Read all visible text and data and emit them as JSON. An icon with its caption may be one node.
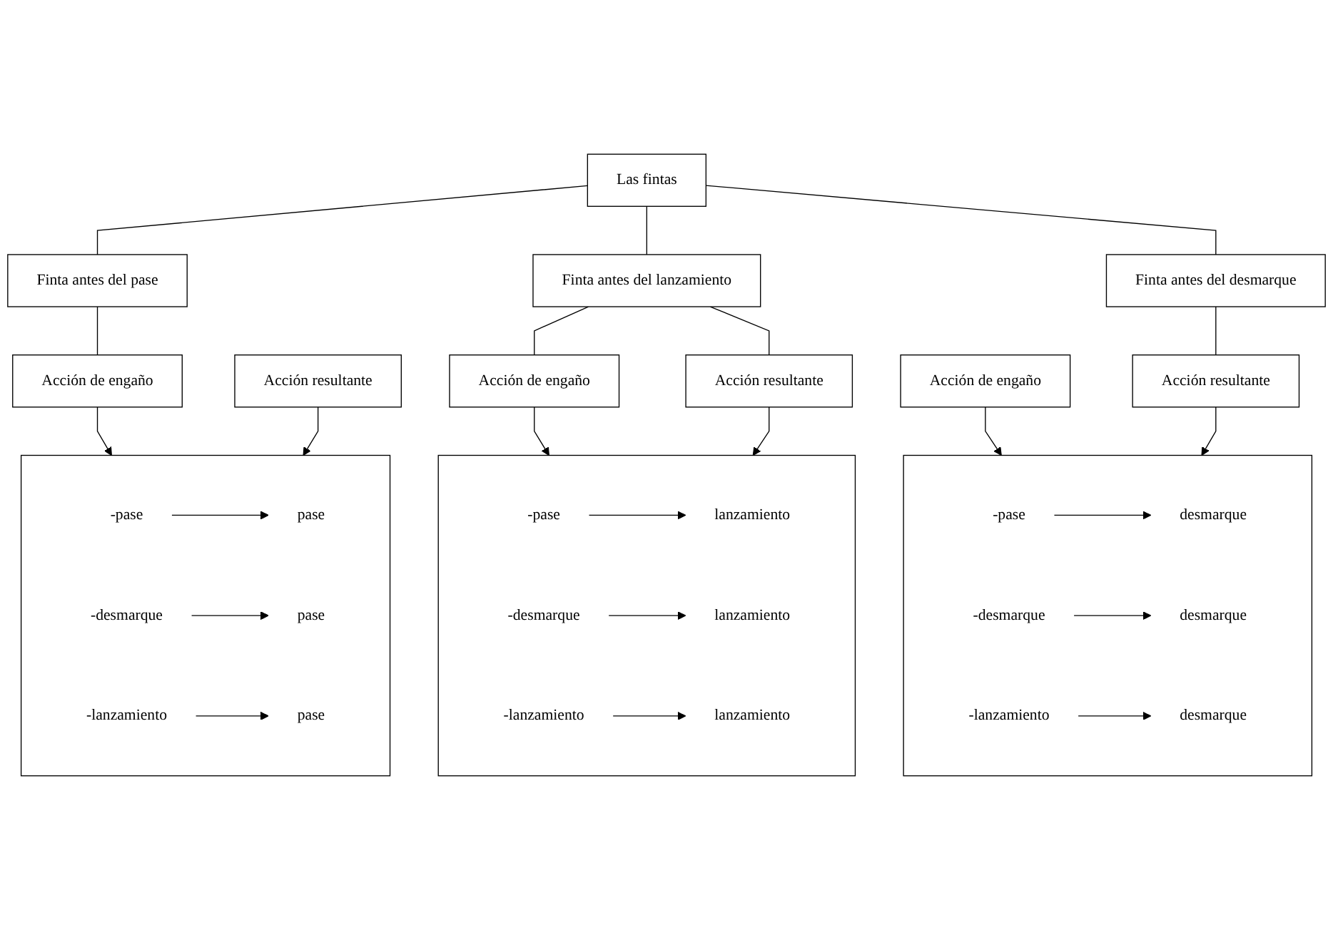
{
  "diagram": {
    "nodes": [
      {
        "text": [
          "Las fintas"
        ]
      },
      {
        "text": [
          "Finta antes del pase"
        ]
      },
      {
        "text": [
          "Finta antes del lanzamiento"
        ]
      },
      {
        "text": [
          "Finta antes del desmarque"
        ]
      },
      {
        "text": [
          "Acción de engaño"
        ]
      },
      {
        "text": [
          "Acción resultante"
        ]
      },
      {
        "text": [],
        "shape": "box"
      },
      {
        "text": [
          "-pase"
        ],
        "in": 6
      },
      {
        "text": [
          "pase"
        ],
        "in": 6
      },
      {
        "text": [
          "-desmarque"
        ],
        "in": 6
      },
      {
        "text": [
          "pase"
        ],
        "in": 6
      },
      {
        "text": [
          "-lanzamiento"
        ],
        "in": 6
      },
      {
        "text": [
          "pase"
        ],
        "in": 6
      },
      {
        "text": [
          "Acción de engaño"
        ]
      },
      {
        "text": [
          "Acción resultante"
        ]
      },
      {
        "text": [],
        "shape": "box"
      },
      {
        "text": [
          "-pase"
        ],
        "in": 15
      },
      {
        "text": [
          "lanzamiento"
        ],
        "in": 15
      },
      {
        "text": [
          "-desmarque"
        ],
        "in": 15
      },
      {
        "text": [
          "lanzamiento"
        ],
        "in": 15
      },
      {
        "text": [
          "-lanzamiento"
        ],
        "in": 15
      },
      {
        "text": [
          "lanzamiento"
        ],
        "in": 15
      },
      {
        "text": [
          "Acción de engaño"
        ]
      },
      {
        "text": [
          "Acción resultante"
        ]
      },
      {
        "text": [],
        "shape": "box"
      },
      {
        "text": [
          "-pase"
        ],
        "in": 24
      },
      {
        "text": [
          "desmarque"
        ],
        "in": 24
      },
      {
        "text": [
          "-desmarque"
        ],
        "in": 24
      },
      {
        "text": [
          "desmarque"
        ],
        "in": 24
      },
      {
        "text": [
          "-lanzamiento"
        ],
        "in": 24
      },
      {
        "text": [
          "desmarque"
        ],
        "in": 24
      }
    ],
    "edges": [
      {
        "from": 0,
        "to": 1,
        "arrow": "none"
      },
      {
        "from": 0,
        "to": 2,
        "arrow": "none"
      },
      {
        "from": 0,
        "to": 3,
        "arrow": "none"
      },
      {
        "from": 1,
        "to": 4,
        "arrow": "none"
      },
      {
        "from": 4,
        "to": 6,
        "arrow": "to"
      },
      {
        "from": 5,
        "to": 6,
        "arrow": "to"
      },
      {
        "from": 7,
        "to": 8,
        "arrow": "to"
      },
      {
        "from": 9,
        "to": 10,
        "arrow": "to"
      },
      {
        "from": 11,
        "to": 12,
        "arrow": "to"
      },
      {
        "from": 2,
        "to": 13,
        "arrow": "none"
      },
      {
        "from": 2,
        "to": 14,
        "arrow": "none"
      },
      {
        "from": 13,
        "to": 15,
        "arrow": "to"
      },
      {
        "from": 14,
        "to": 15,
        "arrow": "to"
      },
      {
        "from": 16,
        "to": 17,
        "arrow": "to"
      },
      {
        "from": 18,
        "to": 19,
        "arrow": "to"
      },
      {
        "from": 20,
        "to": 21,
        "arrow": "to"
      },
      {
        "from": 3,
        "to": 23,
        "arrow": "none"
      },
      {
        "from": 22,
        "to": 24,
        "arrow": "to"
      },
      {
        "from": 23,
        "to": 24,
        "arrow": "to"
      },
      {
        "from": 25,
        "to": 26,
        "arrow": "to"
      },
      {
        "from": 27,
        "to": 28,
        "arrow": "to"
      },
      {
        "from": 29,
        "to": 30,
        "arrow": "to"
      }
    ]
  }
}
